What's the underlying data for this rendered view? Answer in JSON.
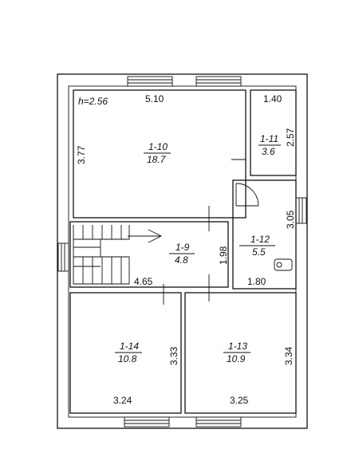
{
  "floor_height": "h=2.56",
  "rooms": [
    {
      "id": "room-1-10",
      "code": "1-10",
      "area": "18.7"
    },
    {
      "id": "room-1-11",
      "code": "1-11",
      "area": "3.6"
    },
    {
      "id": "room-1-12",
      "code": "1-12",
      "area": "5.5"
    },
    {
      "id": "room-1-9",
      "code": "1-9",
      "area": "4.8"
    },
    {
      "id": "room-1-14",
      "code": "1-14",
      "area": "10.8"
    },
    {
      "id": "room-1-13",
      "code": "1-13",
      "area": "10.9"
    }
  ],
  "dimensions": {
    "r110_width": "5.10",
    "r110_height": "3.77",
    "r111_width": "1.40",
    "r111_height": "2.57",
    "r112_height": "3.05",
    "r112_width": "1.80",
    "r19_width": "4.65",
    "r19_height": "1.98",
    "r114_height": "3.33",
    "r114_width": "3.24",
    "r113_height": "3.34",
    "r113_width": "3.25"
  }
}
